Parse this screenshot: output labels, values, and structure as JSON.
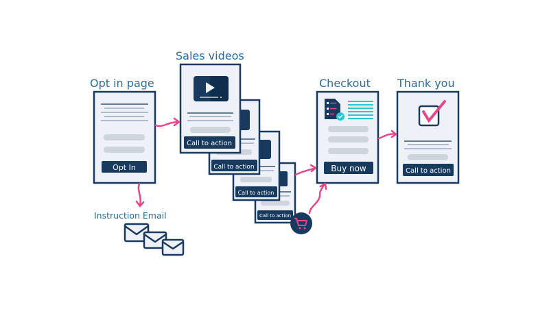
{
  "colors": {
    "navy": "#173a5e",
    "pink": "#e8468a",
    "teal": "#2cc5d2",
    "title": "#2d6a98",
    "card_bg": "#eef2f8",
    "bar": "#cfd5dd"
  },
  "steps": {
    "optin": {
      "title": "Opt in page",
      "button": "Opt In"
    },
    "sales": {
      "title": "Sales videos",
      "button": "Call to action",
      "stack_buttons": [
        "Call to action",
        "Call to action",
        "Call to action"
      ]
    },
    "checkout": {
      "title": "Checkout",
      "button": "Buy now"
    },
    "thankyou": {
      "title": "Thank you",
      "button": "Call to action"
    },
    "email": {
      "title": "Instruction Email"
    }
  },
  "icons": [
    "play-video-icon",
    "checklist-document-icon",
    "checkbox-checked-icon",
    "shopping-cart-icon",
    "envelope-icon"
  ]
}
